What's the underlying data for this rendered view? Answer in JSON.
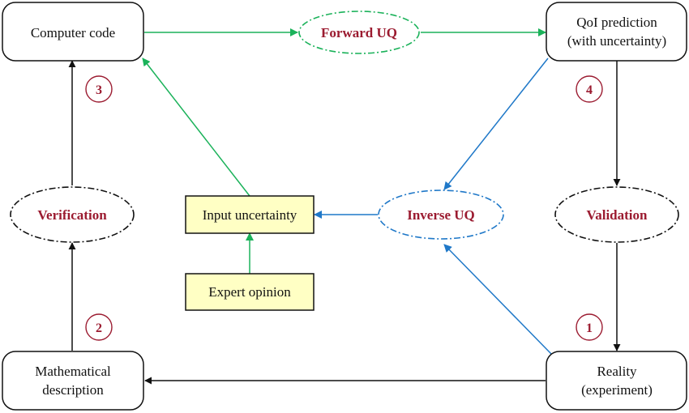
{
  "colors": {
    "black": "#111111",
    "green": "#1bb25a",
    "blue": "#1f78c8",
    "crimson": "#9b1b30",
    "note_fill": "#ffffc4"
  },
  "nodes": {
    "computer_code": {
      "lines": [
        "Computer code"
      ]
    },
    "qoi_prediction": {
      "lines": [
        "QoI prediction",
        "(with uncertainty)"
      ]
    },
    "mathematical_description": {
      "lines": [
        "Mathematical",
        "description"
      ]
    },
    "reality": {
      "lines": [
        "Reality",
        "(experiment)"
      ]
    },
    "input_uncertainty": {
      "lines": [
        "Input uncertainty"
      ]
    },
    "expert_opinion": {
      "lines": [
        "Expert opinion"
      ]
    }
  },
  "processes": {
    "forward_uq": {
      "label": "Forward UQ",
      "color": "green"
    },
    "inverse_uq": {
      "label": "Inverse UQ",
      "color": "blue"
    },
    "verification": {
      "label": "Verification",
      "color": "black"
    },
    "validation": {
      "label": "Validation",
      "color": "black"
    }
  },
  "steps": {
    "step_1": "1",
    "step_2": "2",
    "step_3": "3",
    "step_4": "4"
  }
}
